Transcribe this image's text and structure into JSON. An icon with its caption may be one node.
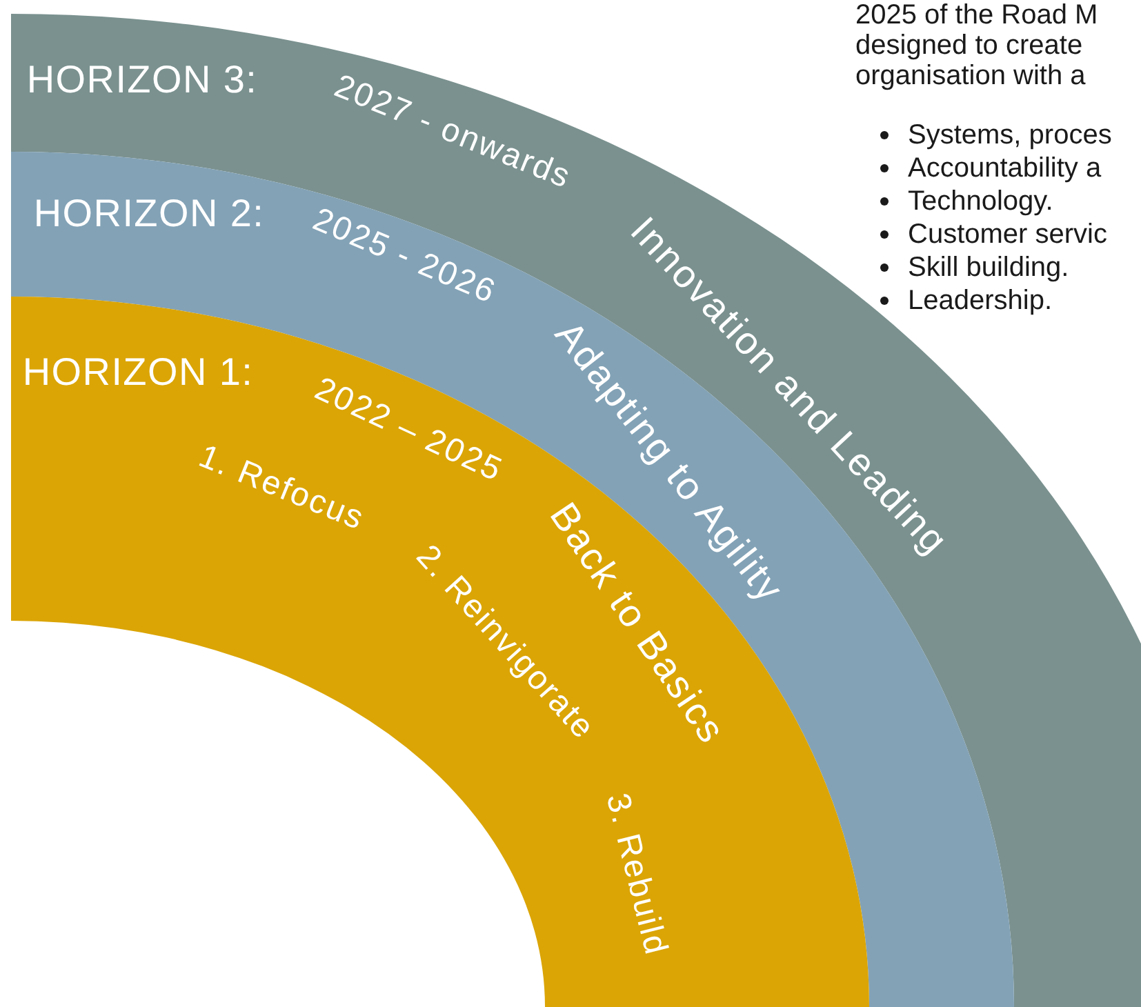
{
  "diagram": {
    "nodes": [
      {
        "text": [
          "HORIZON 3:",
          "2027 - onwards",
          "Innovation and Leading"
        ]
      },
      {
        "text": [
          "HORIZON 2:",
          "2025 - 2026",
          "Adapting to Agility"
        ]
      },
      {
        "text": [
          "HORIZON 1:",
          "2022 –  2025",
          "Back to Basics",
          "1. Refocus",
          "2. Reinvigorate",
          "3. Rebuild"
        ]
      }
    ],
    "labels": [
      "2025 of the Road M",
      "designed to create",
      "organisation with a",
      "Systems, proces",
      "Accountability a",
      "Technology.",
      "Customer servic",
      "Skill building.",
      "Leadership."
    ]
  }
}
